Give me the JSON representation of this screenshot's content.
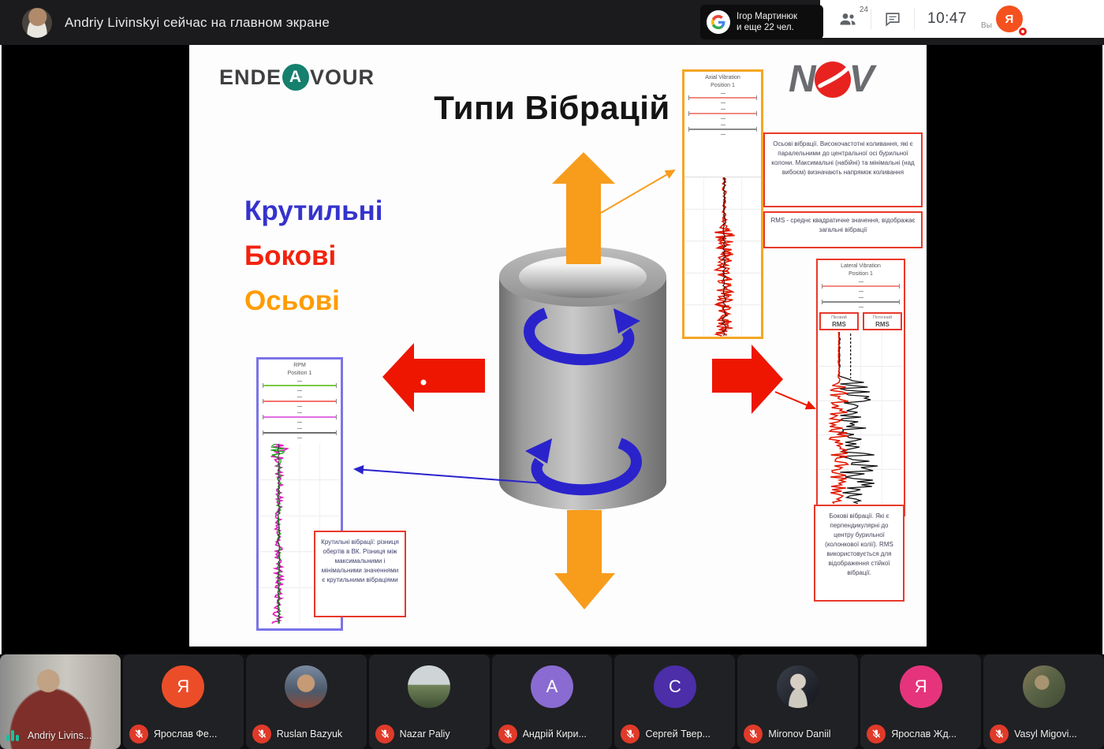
{
  "topbar": {
    "banner": "Andriy Livinskyi сейчас на главном экране",
    "toast": {
      "name": "Ігор Мартинюк",
      "others": "и еще 22 чел."
    },
    "toolbar": {
      "participants_count": "24",
      "time": "10:47",
      "you_label": "Вы",
      "self_avatar_letter": "Я"
    }
  },
  "slide": {
    "logo_endeavour": {
      "part1": "ENDE",
      "letter": "A",
      "part2": "VOUR"
    },
    "logo_nov": {
      "n": "N",
      "v": "V"
    },
    "title": "Типи Вібрацій",
    "types": [
      {
        "label": "Крутильні",
        "color": "#3533cd"
      },
      {
        "label": "Бокові",
        "color": "#f3220d"
      },
      {
        "label": "Осьові",
        "color": "#ff9c00"
      }
    ],
    "panels": {
      "axial": {
        "title": "Axial Vibration",
        "subtitle": "Position 1"
      },
      "lateral": {
        "title": "Lateral Vibration",
        "subtitle": "Position 1",
        "rms_boxes": [
          {
            "top": "Піковий",
            "value": "RMS"
          },
          {
            "top": "Поточний",
            "value": "RMS"
          }
        ]
      },
      "rpm": {
        "title": "RPM",
        "subtitle": "Position 1"
      }
    },
    "notes": {
      "axial_note": "Осьові вібрації. Високочастотні коливання, які є паралельними до центральної осі бурильної колони. Максимальні (набійні) та мінімальні (над вибоєм) визначають напрямок коливання",
      "rms_note": "RMS - среднє квадратичне значення, відображає загальні вібрації",
      "lateral_note": "Бокові вібрації. Які є перпендикулярні до центру бурильної (колонкової колії). RMS використовується для відображення стійкої вібрації.",
      "torsional_note": "Крутильні вібрації: різниця обертів в ВК. Різниця між максимальними і мінімальними значеннями є крутильними вібраціями"
    }
  },
  "participants": [
    {
      "name": "Andriy Livins...",
      "type": "video"
    },
    {
      "name": "Ярослав Фе...",
      "type": "letter",
      "letter": "Я",
      "color": "#eb4d29"
    },
    {
      "name": "Ruslan Bazyuk",
      "type": "photo",
      "photo": "p1"
    },
    {
      "name": "Nazar Paliy",
      "type": "photo",
      "photo": "p2"
    },
    {
      "name": "Андрій Кири...",
      "type": "letter",
      "letter": "А",
      "color": "#8a6bd1"
    },
    {
      "name": "Сергей Твер...",
      "type": "letter",
      "letter": "С",
      "color": "#4b2ea8"
    },
    {
      "name": "Mironov Daniil",
      "type": "photo",
      "photo": "p3"
    },
    {
      "name": "Ярослав Жд...",
      "type": "letter",
      "letter": "Я",
      "color": "#e5347c"
    },
    {
      "name": "Vasyl Migovi...",
      "type": "photo",
      "photo": "p4"
    }
  ]
}
